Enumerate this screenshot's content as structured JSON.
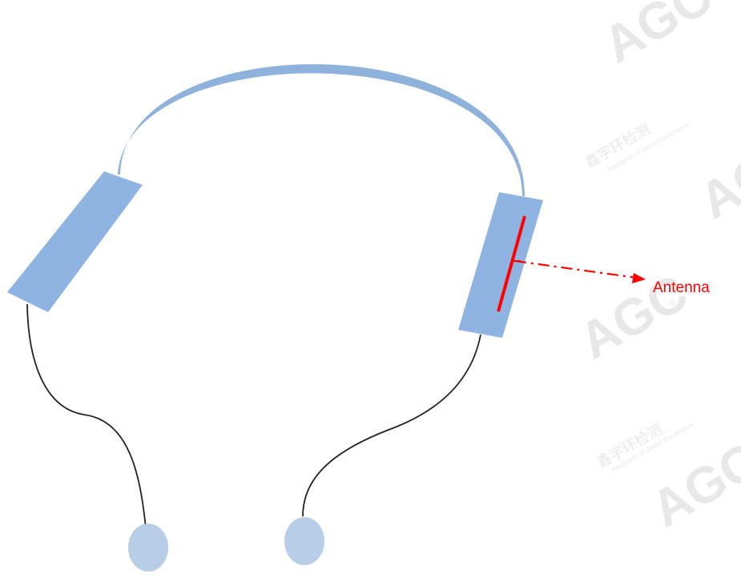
{
  "labels": {
    "antenna": "Antenna"
  },
  "watermark": {
    "logo_text": "AGC",
    "cn_text": "鑫宇环检测",
    "en_text": "Attestation of Global Compliance",
    "registered": "®"
  },
  "colors": {
    "headband": "#8fb2dd",
    "earcup": "#8fb4e2",
    "earbud": "#b8cde6",
    "cable": "#222222",
    "antenna": "#ff0000",
    "watermark": "#e8e8e8"
  }
}
